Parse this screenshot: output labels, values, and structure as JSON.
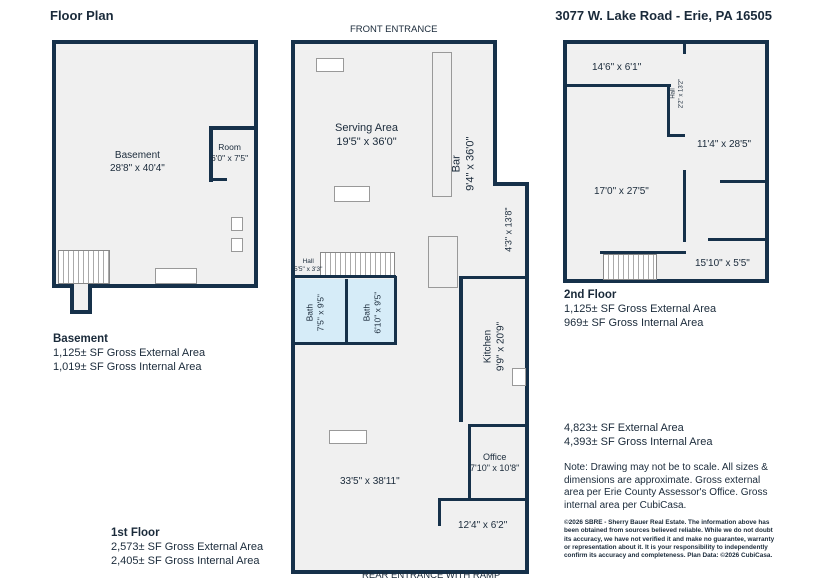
{
  "header": {
    "title": "Floor Plan",
    "address": "3077 W. Lake Road - Erie, PA 16505"
  },
  "basement": {
    "rooms": [
      {
        "name": "Basement",
        "dims": "28'8\" x 40'4\""
      },
      {
        "name": "Room",
        "dims": "6'0\" x 7'5\""
      }
    ],
    "summary": {
      "title": "Basement",
      "external": "1,125± SF Gross External Area",
      "internal": "1,019± SF Gross Internal Area"
    }
  },
  "first_floor": {
    "labels": {
      "front": "FRONT ENTRANCE",
      "rear": "REAR ENTRANCE WITH RAMP"
    },
    "rooms": [
      {
        "name": "Serving Area",
        "dims": "19'5\" x 36'0\""
      },
      {
        "name": "Bar",
        "dims": "9'4\" x 36'0\""
      },
      {
        "name": "",
        "dims": "4'3\" x 13'8\""
      },
      {
        "name": "Hall",
        "dims": "5'5\" x 3'3\""
      },
      {
        "name": "Bath",
        "dims": "7'5\" x 9'5\""
      },
      {
        "name": "Bath",
        "dims": "6'10\" x 9'5\""
      },
      {
        "name": "Kitchen",
        "dims": "9'9\" x 20'9\""
      },
      {
        "name": "Office",
        "dims": "7'10\" x 10'8\""
      },
      {
        "name": "",
        "dims": "33'5\" x 38'11\""
      },
      {
        "name": "",
        "dims": "12'4\" x 6'2\""
      }
    ],
    "summary": {
      "title": "1st Floor",
      "external": "2,573± SF Gross External Area",
      "internal": "2,405± SF Gross Internal Area"
    }
  },
  "second_floor": {
    "rooms": [
      {
        "dims": "14'6\" x 6'1\""
      },
      {
        "name": "Hall",
        "dims": "2'2\" x 13'2\""
      },
      {
        "dims": "11'4\" x 28'5\""
      },
      {
        "dims": "17'0\" x 27'5\""
      },
      {
        "dims": "15'10\" x 5'5\""
      }
    ],
    "summary": {
      "title": "2nd Floor",
      "external": "1,125± SF Gross External Area",
      "internal": "969± SF Gross Internal Area"
    }
  },
  "totals": {
    "external": "4,823± SF External Area",
    "internal": "4,393± SF Gross Internal Area"
  },
  "note": "Note: Drawing may not be to scale. All sizes & dimensions are approximate. Gross external area per Erie County Assessor's Office. Gross internal area per CubiCasa.",
  "disclaimer": "©2026 SBRE - Sherry Bauer Real Estate. The information above has been obtained from sources believed reliable. While we do not doubt its accuracy, we have not verified it and make no guarantee, warranty or representation about it. It is your responsibility to independently confirm its accuracy and completeness. Plan Data: ©2026 CubiCasa.",
  "colors": {
    "wall": "#16314a",
    "floor": "#f0f0f0",
    "bath": "#d6ecf8"
  }
}
